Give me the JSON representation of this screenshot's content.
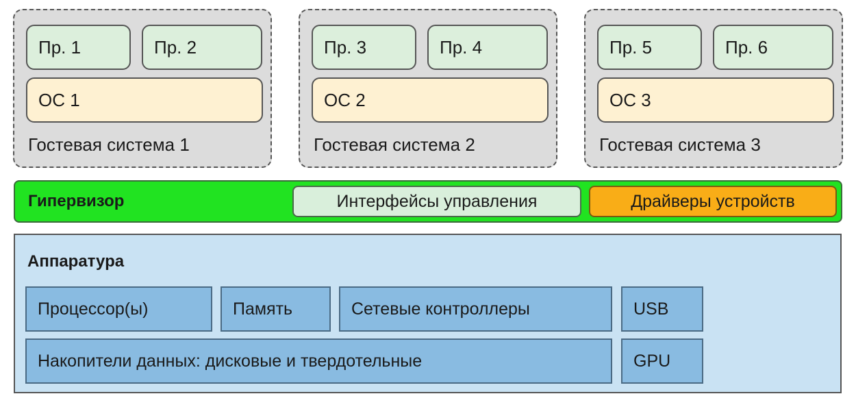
{
  "guests": [
    {
      "apps": [
        "Пр. 1",
        "Пр. 2"
      ],
      "os": "ОС 1",
      "label": "Гостевая система 1"
    },
    {
      "apps": [
        "Пр. 3",
        "Пр. 4"
      ],
      "os": "ОС 2",
      "label": "Гостевая система 2"
    },
    {
      "apps": [
        "Пр. 5",
        "Пр. 6"
      ],
      "os": "ОС 3",
      "label": "Гостевая система 3"
    }
  ],
  "hypervisor": {
    "title": "Гипервизор",
    "management": "Интерфейсы управления",
    "drivers": "Драйверы устройств"
  },
  "hardware": {
    "title": "Аппаратура",
    "items": [
      "Процессор(ы)",
      "Память",
      "Сетевые контроллеры",
      "USB",
      "Накопители данных: дисковые и твердотельные",
      "GPU"
    ]
  },
  "colors": {
    "guest_bg": "#dcdcdc",
    "app_bg": "#dcefdc",
    "os_bg": "#fef1d2",
    "hypervisor_bg": "#21e321",
    "management_bg": "#d9efdb",
    "drivers_bg": "#f9ad17",
    "hardware_bg": "#c9e2f3",
    "hardware_item_bg": "#89bbe1"
  }
}
